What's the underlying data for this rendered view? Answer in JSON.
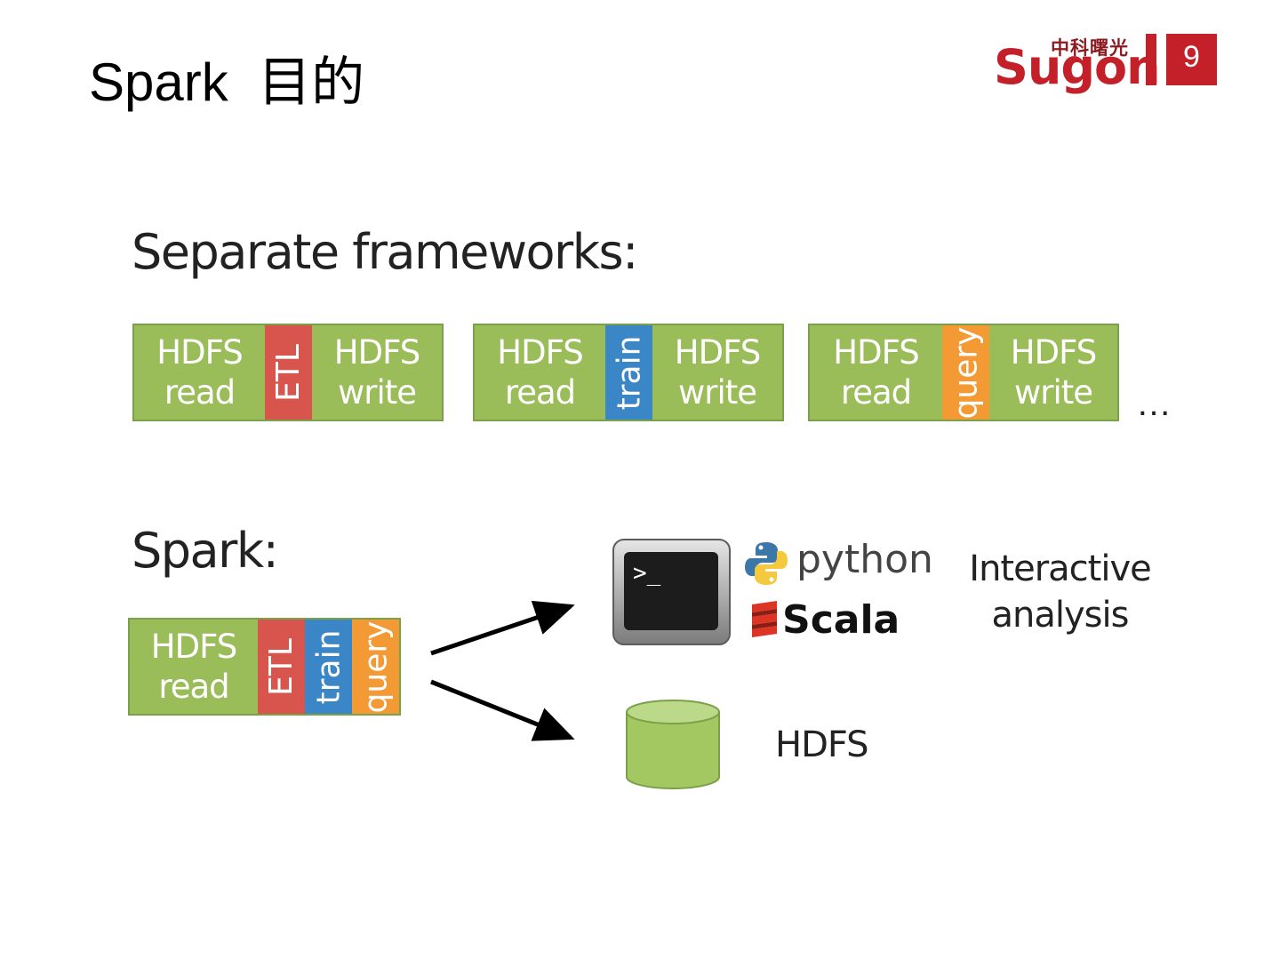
{
  "slide": {
    "title": "Spark  目的",
    "brand_cn": "中科曙光",
    "brand": "Sugon",
    "page_number": "9"
  },
  "separate": {
    "heading": "Separate frameworks:",
    "pipelines": [
      {
        "read": [
          "HDFS",
          "read"
        ],
        "op": "ETL",
        "write": [
          "HDFS",
          "write"
        ]
      },
      {
        "read": [
          "HDFS",
          "read"
        ],
        "op": "train",
        "write": [
          "HDFS",
          "write"
        ]
      },
      {
        "read": [
          "HDFS",
          "read"
        ],
        "op": "query",
        "write": [
          "HDFS",
          "write"
        ]
      }
    ],
    "ellipsis": "…"
  },
  "spark": {
    "heading": "Spark:",
    "read": [
      "HDFS",
      "read"
    ],
    "ops": [
      "ETL",
      "train",
      "query"
    ],
    "python_label": "python",
    "scala_label": "Scala",
    "interactive_label": [
      "Interactive",
      "analysis"
    ],
    "hdfs_label": "HDFS"
  },
  "colors": {
    "brand": "#c4202a",
    "green": "#9abd59",
    "etl": "#d8554e",
    "train": "#3a86c6",
    "query": "#f39a35",
    "cylinder": "#a3c862"
  }
}
